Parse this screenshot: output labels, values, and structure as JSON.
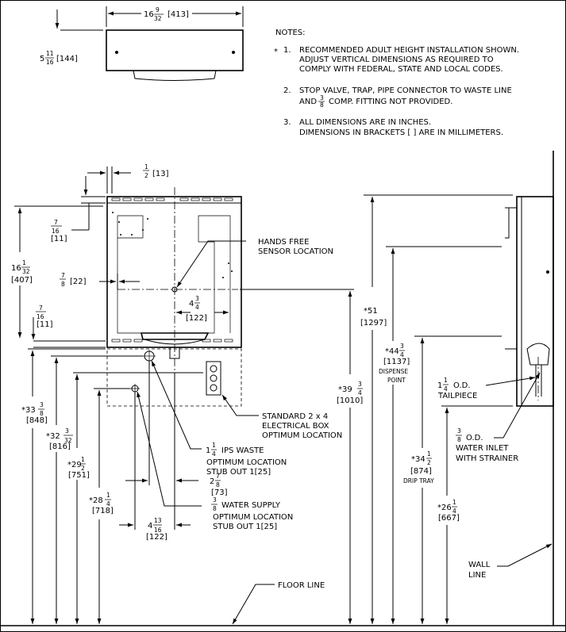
{
  "notes": {
    "title": "NOTES:",
    "n1_marker": "*",
    "n1_num": "1.",
    "n1_line1": "RECOMMENDED ADULT HEIGHT INSTALLATION SHOWN.",
    "n1_line2": "ADJUST VERTICAL DIMENSIONS AS REQUIRED TO",
    "n1_line3": "COMPLY WITH FEDERAL, STATE AND LOCAL CODES.",
    "n2_num": "2.",
    "n2_line1": "STOP VALVE, TRAP, PIPE CONNECTOR TO WASTE LINE",
    "n2_line2a": "AND",
    "n2_frac_num": "3",
    "n2_frac_den": "8",
    "n2_line2b": "COMP. FITTING NOT PROVIDED.",
    "n3_num": "3.",
    "n3_line1": "ALL DIMENSIONS ARE IN INCHES.",
    "n3_line2": "DIMENSIONS IN BRACKETS [ ] ARE IN MILLIMETERS."
  },
  "top_view": {
    "width_whole": "16",
    "width_num": "9",
    "width_den": "32",
    "width_mm": "[413]",
    "depth_whole": "5",
    "depth_num": "11",
    "depth_den": "16",
    "depth_mm": "[144]"
  },
  "front_view": {
    "d_half_num": "1",
    "d_half_den": "2",
    "d_half_mm": "[13]",
    "d_716a_num": "7",
    "d_716a_den": "16",
    "d_716a_mm": "[11]",
    "d_height_whole": "16",
    "d_height_num": "1",
    "d_height_den": "32",
    "d_height_mm": "[407]",
    "d_78_num": "7",
    "d_78_den": "8",
    "d_78_mm": "[22]",
    "d_434_whole": "4",
    "d_434_num": "3",
    "d_434_den": "4",
    "d_434_mm": "[122]",
    "d_716b_num": "7",
    "d_716b_den": "16",
    "d_716b_mm": "[11]",
    "sensor_line1": "HANDS FREE",
    "sensor_line2": "SENSOR LOCATION",
    "d_3338_whole": "*33",
    "d_3338_num": "3",
    "d_3338_den": "8",
    "d_3338_mm": "[848]",
    "d_32_whole": "*32",
    "d_32_num": "3",
    "d_32_den": "32",
    "d_32_mm": "[816]",
    "d_29_whole": "*29",
    "d_29_num": "1",
    "d_29_den": "2",
    "d_29_mm": "[751]",
    "d_28_whole": "*28",
    "d_28_num": "1",
    "d_28_den": "4",
    "d_28_mm": "[718]",
    "d_39_whole": "*39",
    "d_39_num": "3",
    "d_39_den": "4",
    "d_39_mm": "[1010]",
    "elec_line1": "STANDARD 2 x 4",
    "elec_line2": "ELECTRICAL BOX",
    "elec_line3": "OPTIMUM LOCATION",
    "waste_whole": "1",
    "waste_num": "1",
    "waste_den": "4",
    "waste_line1": "IPS WASTE",
    "waste_line2": "OPTIMUM LOCATION",
    "waste_line3": "STUB OUT 1[25]",
    "d_278_whole": "2",
    "d_278_num": "7",
    "d_278_den": "8",
    "d_278_mm": "[73]",
    "water_num": "3",
    "water_den": "8",
    "water_line1": "WATER SUPPLY",
    "water_line2": "OPTIMUM LOCATION",
    "water_line3": "STUB OUT 1[25]",
    "d_4_whole": "4",
    "d_4_num": "13",
    "d_4_den": "16",
    "d_4_mm": "[122]",
    "floor_line": "FLOOR LINE"
  },
  "side_view": {
    "d_51": "*51",
    "d_51_mm": "[1297]",
    "d_44_whole": "*44",
    "d_44_num": "3",
    "d_44_den": "4",
    "d_44_mm": "[1137]",
    "d_44_l1": "DISPENSE",
    "d_44_l2": "POINT",
    "d_34_whole": "*34",
    "d_34_num": "1",
    "d_34_den": "2",
    "d_34_mm": "[874]",
    "d_34_l1": "DRIP TRAY",
    "d_26_whole": "*26",
    "d_26_num": "1",
    "d_26_den": "4",
    "d_26_mm": "[667]",
    "tail_whole": "1",
    "tail_num": "1",
    "tail_den": "4",
    "tail_l1": "O.D.",
    "tail_l2": "TAILPIECE",
    "inlet_num": "3",
    "inlet_den": "8",
    "inlet_l1": "O.D.",
    "inlet_l2": "WATER INLET",
    "inlet_l3": "WITH STRAINER",
    "wall_l1": "WALL",
    "wall_l2": "LINE"
  }
}
